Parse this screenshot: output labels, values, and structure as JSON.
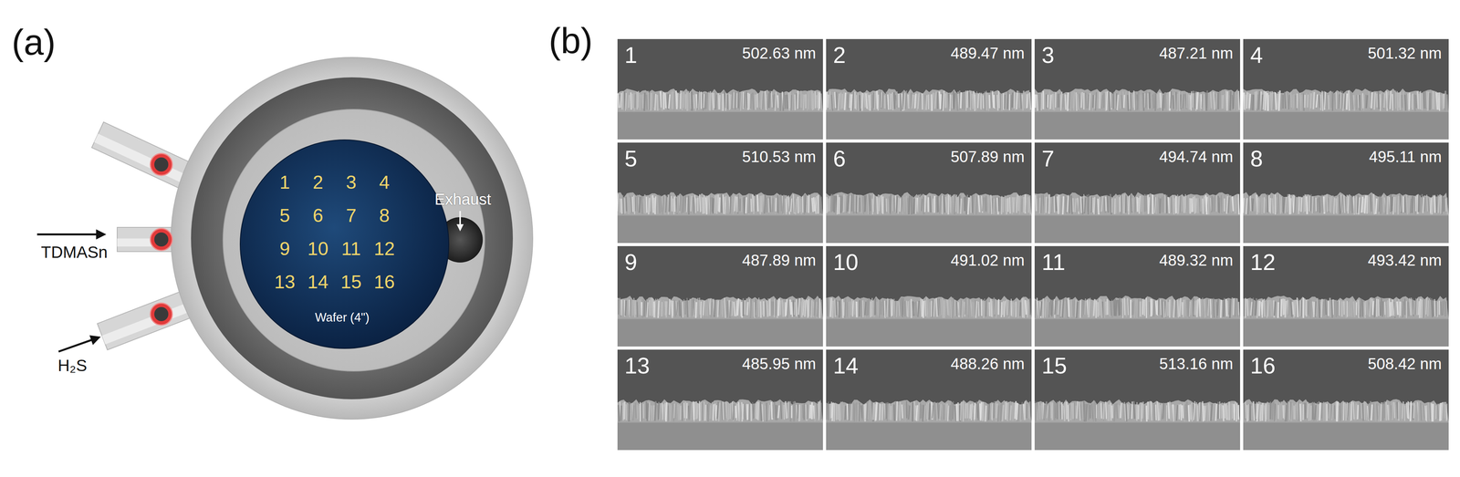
{
  "diagram": {
    "nodes": [
      {
        "text": [
          "1",
          "2",
          "3",
          "4",
          "5",
          "6",
          "7",
          "8",
          "9",
          "10",
          "11",
          "12",
          "13",
          "14",
          "15",
          "16",
          "Wafer (4\")"
        ]
      },
      {
        "text": [
          "1",
          "502.63 nm"
        ]
      },
      {
        "text": [
          "2",
          "489.47 nm"
        ]
      },
      {
        "text": [
          "3",
          "487.21 nm"
        ]
      },
      {
        "text": [
          "4",
          "501.32 nm"
        ]
      },
      {
        "text": [
          "5",
          "510.53 nm"
        ]
      },
      {
        "text": [
          "6",
          "507.89 nm"
        ]
      },
      {
        "text": [
          "7",
          "494.74 nm"
        ]
      },
      {
        "text": [
          "8",
          "495.11 nm"
        ]
      },
      {
        "text": [
          "9",
          "487.89 nm"
        ]
      },
      {
        "text": [
          "10",
          "491.02 nm"
        ]
      },
      {
        "text": [
          "11",
          "489.32 nm"
        ]
      },
      {
        "text": [
          "12",
          "493.42 nm"
        ]
      },
      {
        "text": [
          "13",
          "485.95 nm"
        ]
      },
      {
        "text": [
          "14",
          "488.26 nm"
        ]
      },
      {
        "text": [
          "15",
          "513.16 nm"
        ]
      },
      {
        "text": [
          "16",
          "508.42 nm"
        ]
      }
    ],
    "labels": [
      "(a)",
      "TDMASn",
      "H₂S",
      "Exhaust",
      "(b)"
    ]
  }
}
